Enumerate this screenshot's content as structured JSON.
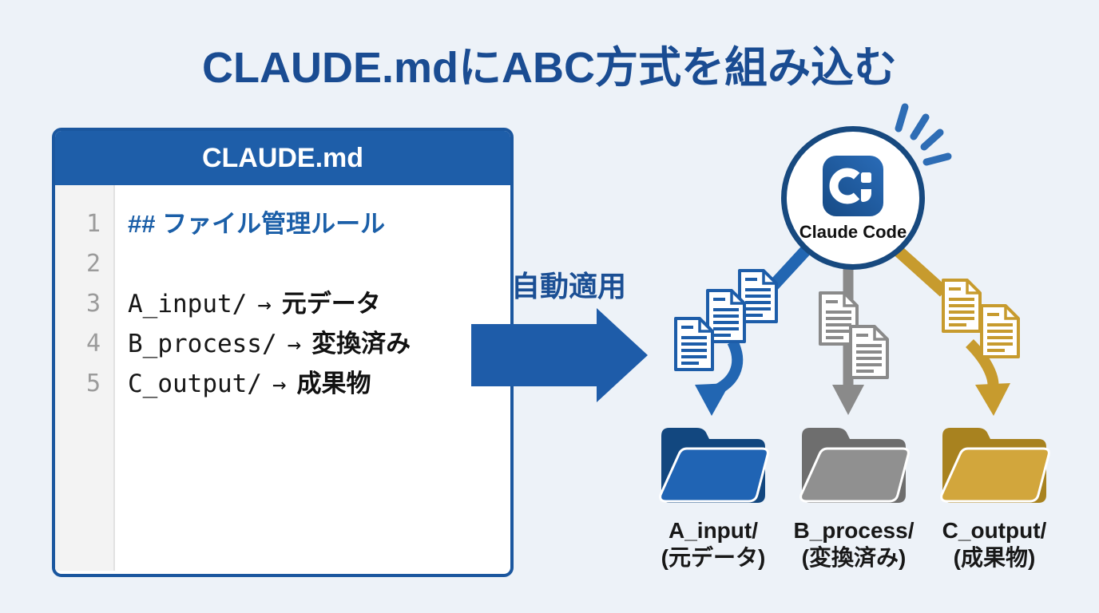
{
  "page": {
    "title": "CLAUDE.mdにABC方式を組み込む",
    "background_color": "#edf2f8",
    "title_color": "#1a4c92"
  },
  "editor": {
    "title": "CLAUDE.md",
    "header_color": "#1e5ea9",
    "border_color": "#1b579f",
    "lines": [
      {
        "num": "1",
        "heading": "## ファイル管理ルール"
      },
      {
        "num": "2"
      },
      {
        "num": "3",
        "path": "A_input/",
        "arrow": "→",
        "desc": "元データ"
      },
      {
        "num": "4",
        "path": "B_process/",
        "arrow": "→",
        "desc": "変換済み"
      },
      {
        "num": "5",
        "path": "C_output/",
        "arrow": "→",
        "desc": "成果物"
      }
    ]
  },
  "flow": {
    "label": "自動適用",
    "label_color": "#1b4f94",
    "arrow_color": "#1e5ca9"
  },
  "claude": {
    "label": "Claude Code",
    "circle_border_color": "#17497f",
    "icon_color_top": "#2a6cb8",
    "icon_color_bottom": "#164a85",
    "spark_color": "#2e6db5"
  },
  "icons": {
    "claude_logo": "claude-code-c-logo",
    "document": "document-icon",
    "folder": "folder-icon",
    "sparkle": "sparkle-rays"
  },
  "doc_groups": [
    {
      "name": "input-docs",
      "color": "#1d5da9",
      "count": 3
    },
    {
      "name": "process-docs",
      "color": "#8a8a8a",
      "count": 2
    },
    {
      "name": "output-docs",
      "color": "#c79b2e",
      "count": 2
    }
  ],
  "connectors": {
    "blue": "#2266b2",
    "gray": "#8a8a8a",
    "gold": "#c79b2e"
  },
  "folders": [
    {
      "name": "A_input/",
      "desc": "(元データ)",
      "front": "#2064b4",
      "back": "#12477f"
    },
    {
      "name": "B_process/",
      "desc": "(変換済み)",
      "front": "#909090",
      "back": "#6e6e6e"
    },
    {
      "name": "C_output/",
      "desc": "(成果物)",
      "front": "#d2a63c",
      "back": "#a8821f"
    }
  ]
}
